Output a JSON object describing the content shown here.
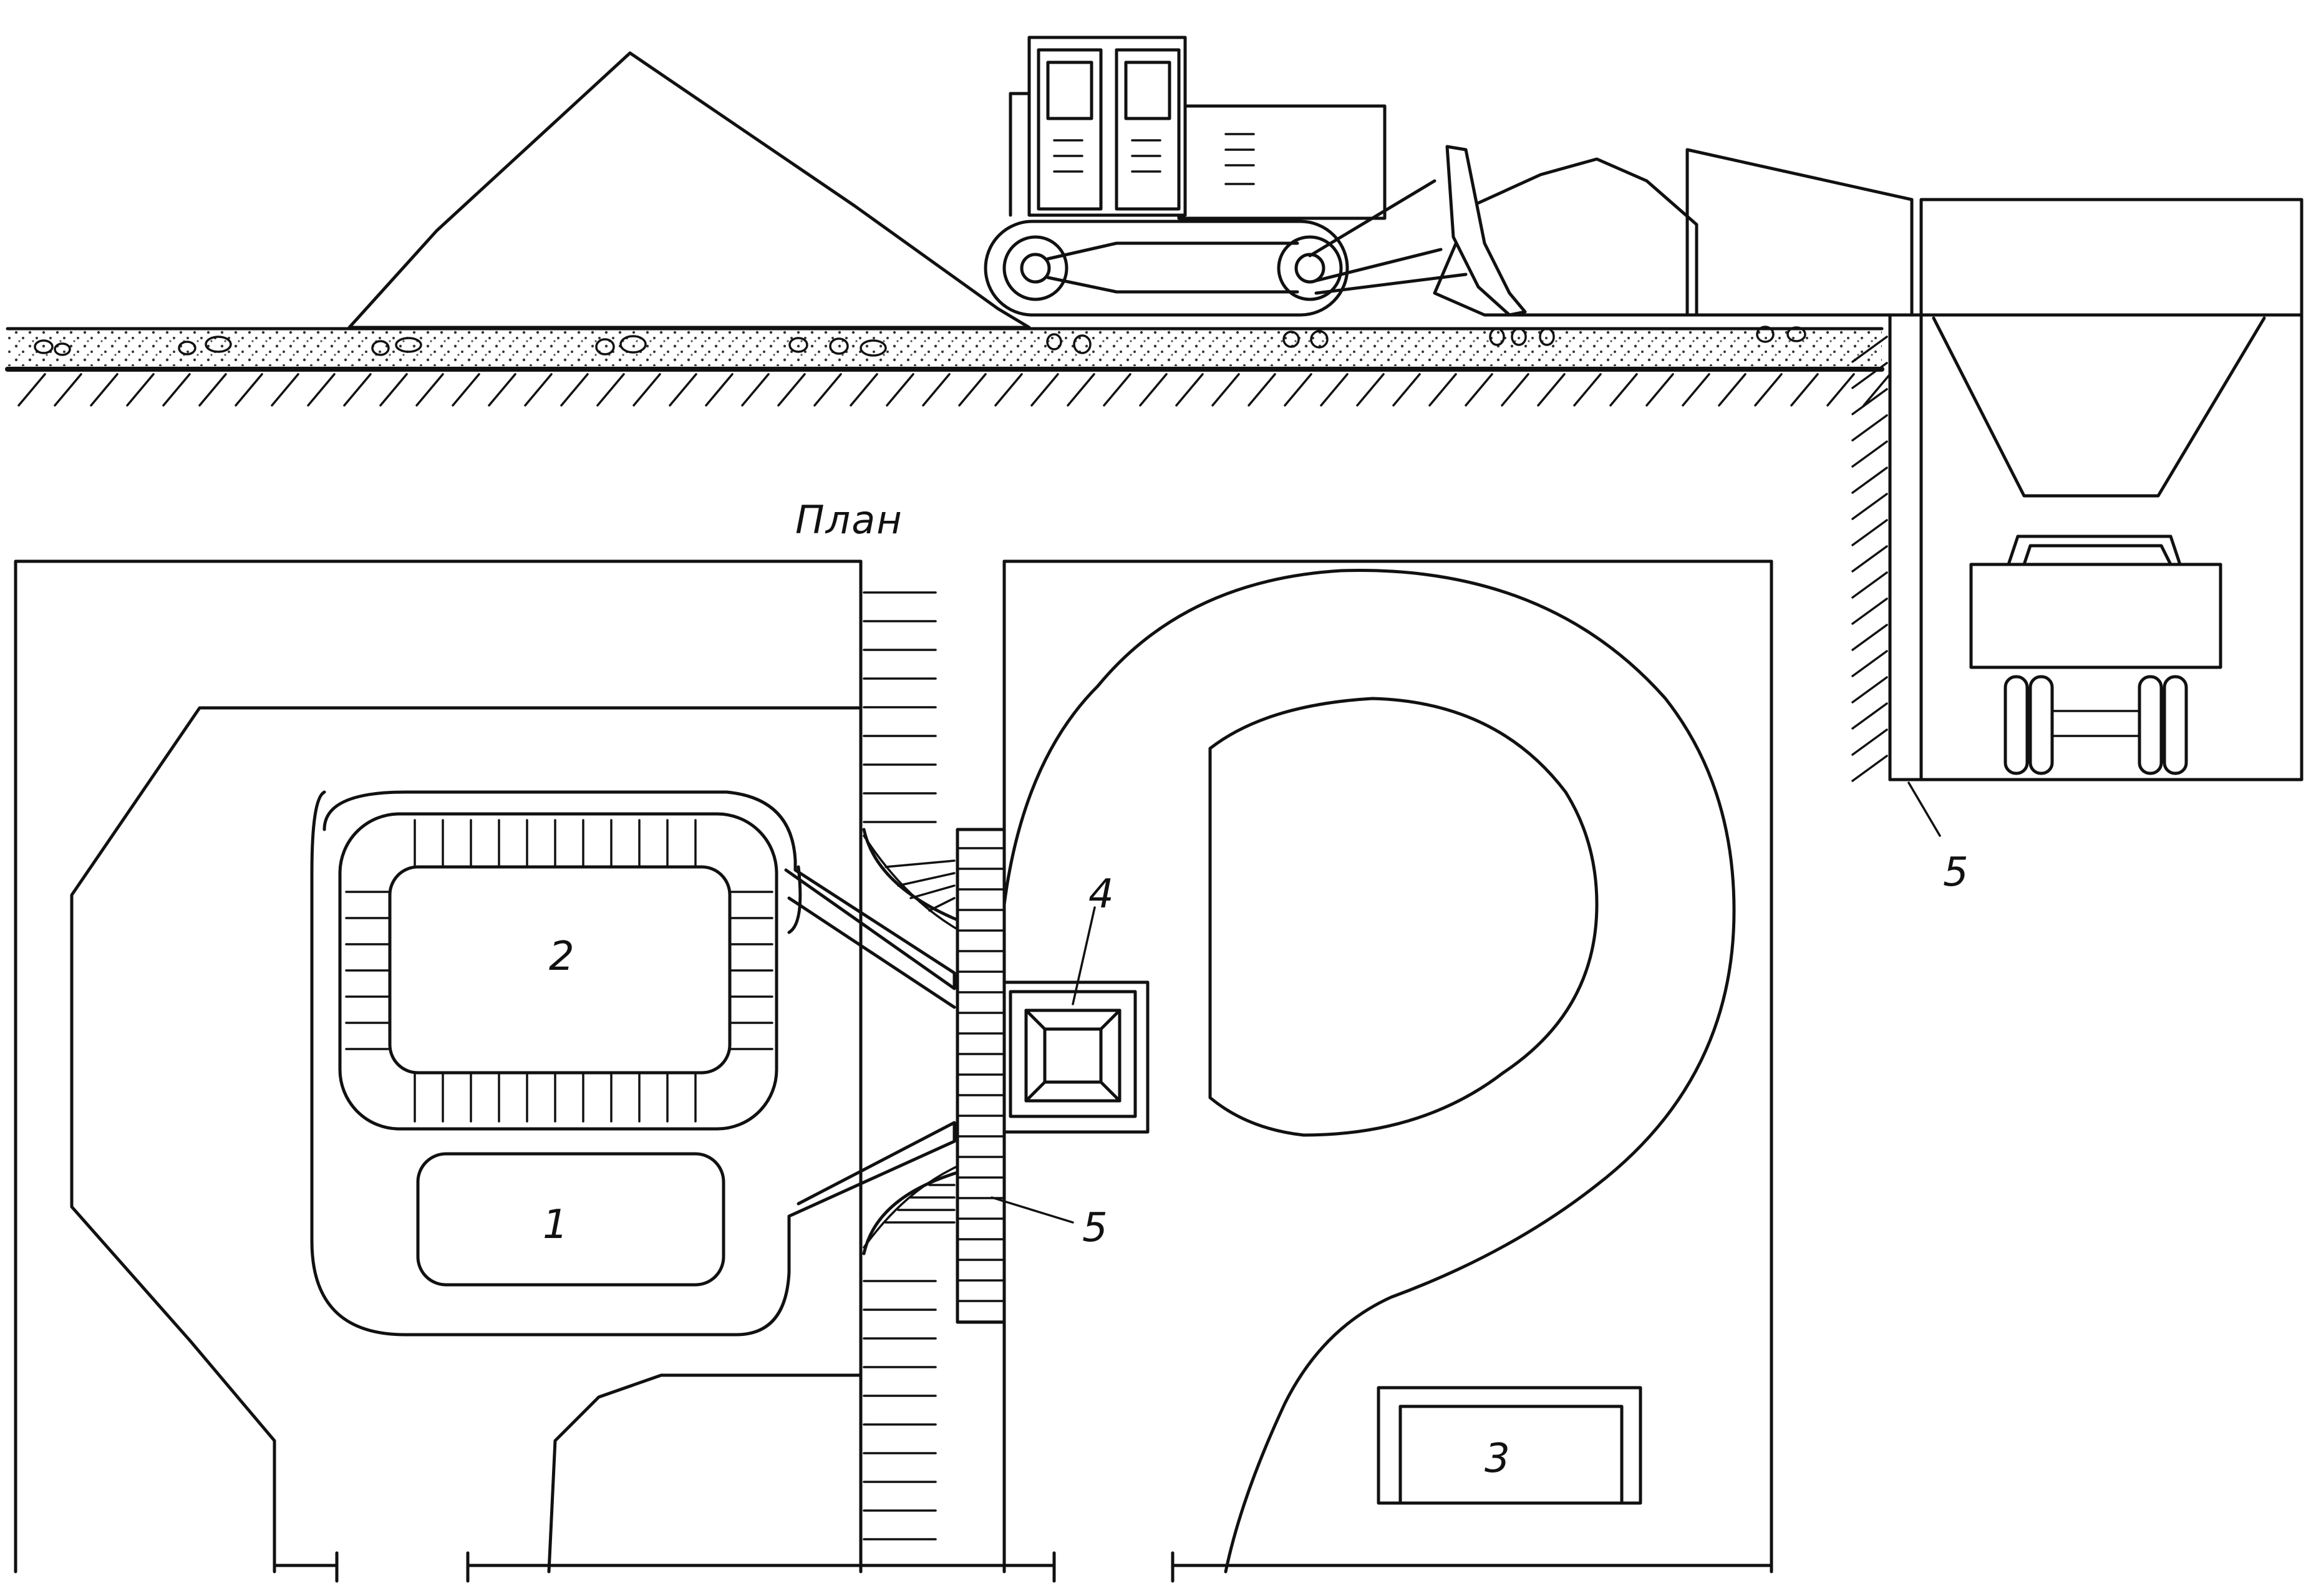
{
  "diagram": {
    "plan_title": "План",
    "labels": {
      "pile_1": "1",
      "pile_2": "2",
      "building_3": "3",
      "hopper_4": "4",
      "ramp_5_plan": "5",
      "wall_5_section": "5"
    }
  },
  "colors": {
    "line": "#111111",
    "background": "#ffffff"
  }
}
